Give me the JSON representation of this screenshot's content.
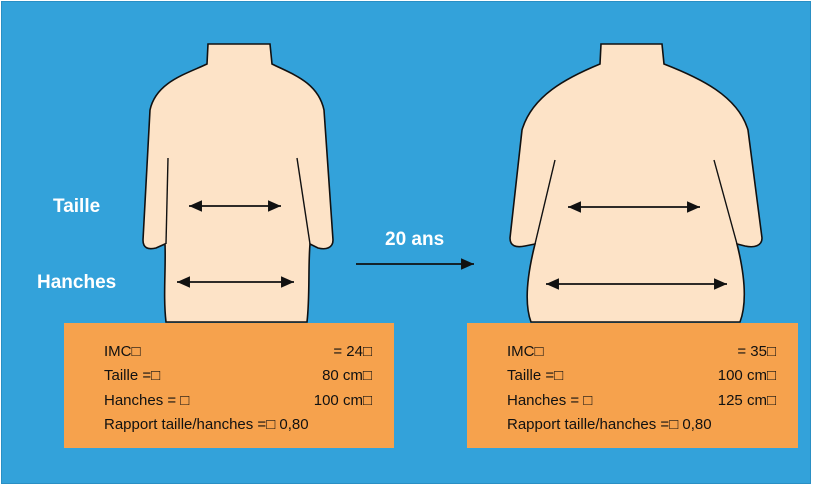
{
  "labels": {
    "taille": "Taille",
    "hanches": "Hanches",
    "years": "20 ans"
  },
  "before": {
    "imc_label": "IMC□",
    "imc_value": "= 24□",
    "taille_label": "Taille =□",
    "taille_value": "80 cm□",
    "hanches_label": "Hanches = □",
    "hanches_value": "100 cm□",
    "ratio": "Rapport taille/hanches =□ 0,80"
  },
  "after": {
    "imc_label": "IMC□",
    "imc_value": "= 35□",
    "taille_label": "Taille =□",
    "taille_value": "100 cm□",
    "hanches_label": "Hanches = □",
    "hanches_value": "125 cm□",
    "ratio": "Rapport taille/hanches =□ 0,80"
  },
  "colors": {
    "background": "#33a2da",
    "skin": "#fde3c7",
    "box": "#f6a24d",
    "label_text": "#ffffff"
  }
}
